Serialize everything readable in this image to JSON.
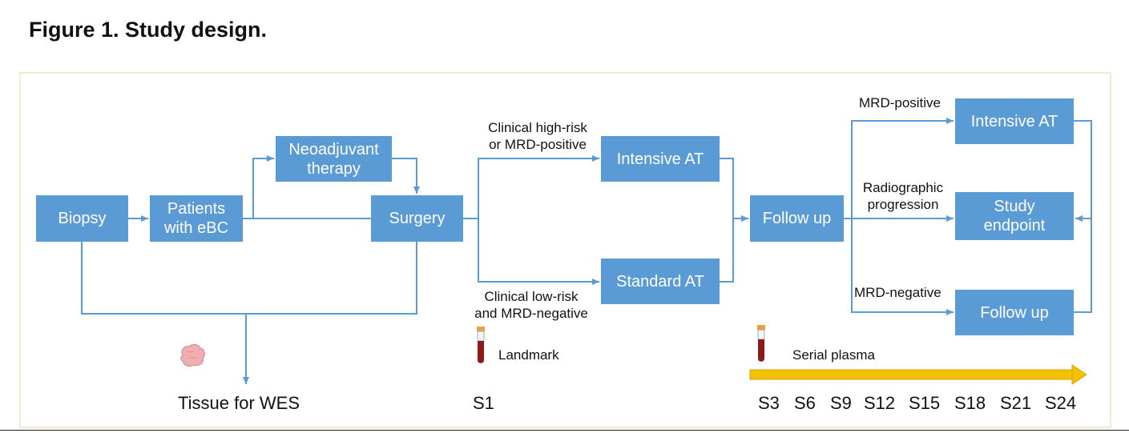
{
  "figure": {
    "title": "Figure 1. Study design."
  },
  "nodes": {
    "biopsy": "Biopsy",
    "patients_l1": "Patients",
    "patients_l2": "with eBC",
    "neoadjuvant_l1": "Neoadjuvant",
    "neoadjuvant_l2": "therapy",
    "surgery": "Surgery",
    "intensive_at": "Intensive AT",
    "standard_at": "Standard AT",
    "follow_up": "Follow up",
    "intensive_at_2": "Intensive AT",
    "study_endpoint_l1": "Study",
    "study_endpoint_l2": "endpoint",
    "follow_up_2": "Follow up"
  },
  "edge_labels": {
    "high_risk_l1": "Clinical high-risk",
    "high_risk_l2": "or MRD-positive",
    "low_risk_l1": "Clinical low-risk",
    "low_risk_l2": "and MRD-negative",
    "mrd_positive": "MRD-positive",
    "radiographic_l1": "Radiographic",
    "radiographic_l2": "progression",
    "mrd_negative": "MRD-negative"
  },
  "annotations": {
    "tissue_for_wes": "Tissue for WES",
    "landmark": "Landmark",
    "serial_plasma": "Serial plasma",
    "landmark_timepoint": "S1",
    "serial_timepoints": [
      "S3",
      "S6",
      "S9",
      "S12",
      "S15",
      "S18",
      "S21",
      "S24"
    ]
  },
  "colors": {
    "box_fill": "#5b9bd5",
    "box_text": "#ffffff",
    "connector": "#5b9bd5",
    "plasma_arrow": "#f5c000",
    "panel_border": "#f8e6cf",
    "tube_blood": "#8b1a1a",
    "tissue": "#f1aeb0"
  }
}
